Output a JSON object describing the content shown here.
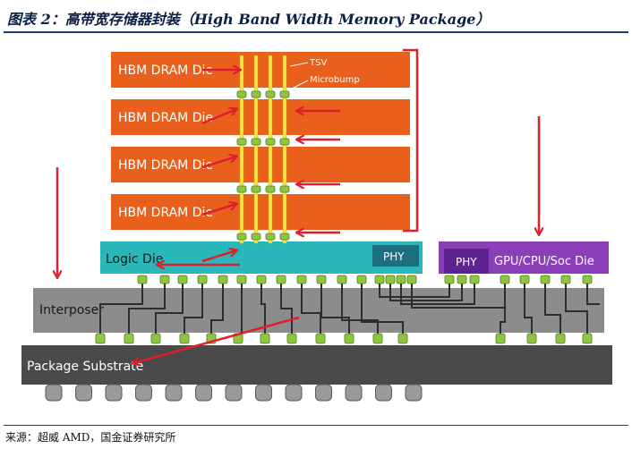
{
  "header": {
    "title": "图表 2：高带宽存储器封装（High Band Width Memory Package）"
  },
  "diagram": {
    "dram_dies": [
      "HBM DRAM Die",
      "HBM DRAM Die",
      "HBM DRAM Die",
      "HBM DRAM Die"
    ],
    "tsv_label": "TSV",
    "microbump_label": "Microbump",
    "logic_die_label": "Logic Die",
    "logic_phy_label": "PHY",
    "gpu_phy_label": "PHY",
    "gpu_label": "GPU/CPU/Soc Die",
    "interposer_label": "Interposer",
    "substrate_label": "Package Substrate",
    "colors": {
      "dram": "#e8601c",
      "logic": "#2ab7b9",
      "phy_dark": "#1d6e80",
      "gpu": "#8a3fb8",
      "gpu_phy": "#5c2391",
      "interposer": "#8c8c8c",
      "substrate": "#4a4a4a",
      "bump": "#8fc63f",
      "arrow": "#e01e2d"
    }
  },
  "footer": {
    "source": "来源：超威 AMD，国金证券研究所"
  }
}
